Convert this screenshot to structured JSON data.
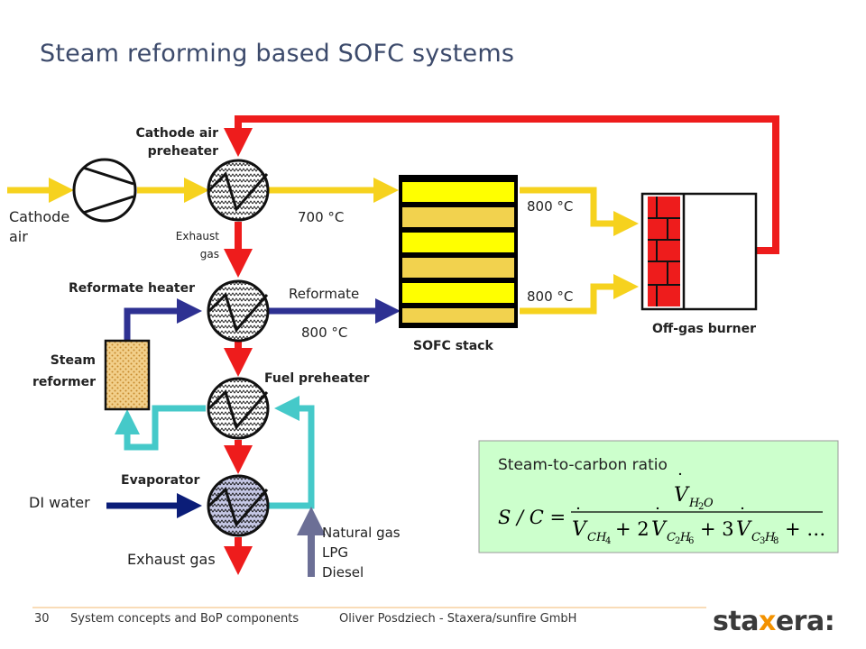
{
  "slide": {
    "title": "Steam reforming based SOFC systems",
    "page_number": "30",
    "footer_left": "System concepts and BoP components",
    "footer_center": "Oliver Posdziech - Staxera/sunfire GmbH",
    "logo_left": "sta",
    "logo_x": "x",
    "logo_right": "era",
    "logo_suffix": ":"
  },
  "labels": {
    "cathode_air_preheater_line1": "Cathode air",
    "cathode_air_preheater_line2": "preheater",
    "cathode_air_line1": "Cathode",
    "cathode_air_line2": "air",
    "exhaust_gas_line1": "Exhaust",
    "exhaust_gas_line2": "gas",
    "temp_700": "700 °C",
    "reformate_heater": "Reformate heater",
    "reformate": "Reformate",
    "temp_800_reformate": "800 °C",
    "temp_800_top": "800 °C",
    "temp_800_bottom": "800 °C",
    "sofc_stack": "SOFC stack",
    "off_gas_burner": "Off-gas burner",
    "steam_reformer_line1": "Steam",
    "steam_reformer_line2": "reformer",
    "fuel_preheater": "Fuel preheater",
    "evaporator": "Evaporator",
    "di_water": "DI water",
    "exhaust_gas_bottom": "Exhaust gas",
    "fuel_1": "Natural gas",
    "fuel_2": "LPG",
    "fuel_3": "Diesel"
  },
  "formula_box": {
    "title": "Steam-to-carbon ratio",
    "lhs": "S / C =",
    "numerator": "H",
    "numerator_sub": "2",
    "numerator_sub2": "O",
    "den_1": "CH",
    "den_1_sub": "4",
    "den_plus1": "+ 2",
    "den_2": "C",
    "den_2_sub_a": "2",
    "den_2_sub_b": "H",
    "den_2_sub_c": "6",
    "den_plus2": "+ 3",
    "den_3": "C",
    "den_3_sub_a": "3",
    "den_3_sub_b": "H",
    "den_3_sub_c": "8",
    "den_tail": "+ …",
    "v": "V",
    "dot": "˙"
  },
  "colors": {
    "hot_red": "#ee1c1c",
    "cathode_yellow": "#f6d21e",
    "reformate_blue": "#2e3192",
    "fuel_cyan": "#45c9c9",
    "water_navy": "#0b1d78",
    "fuel_slate": "#6c6f96",
    "formula_box_fill": "#ccffcc"
  }
}
